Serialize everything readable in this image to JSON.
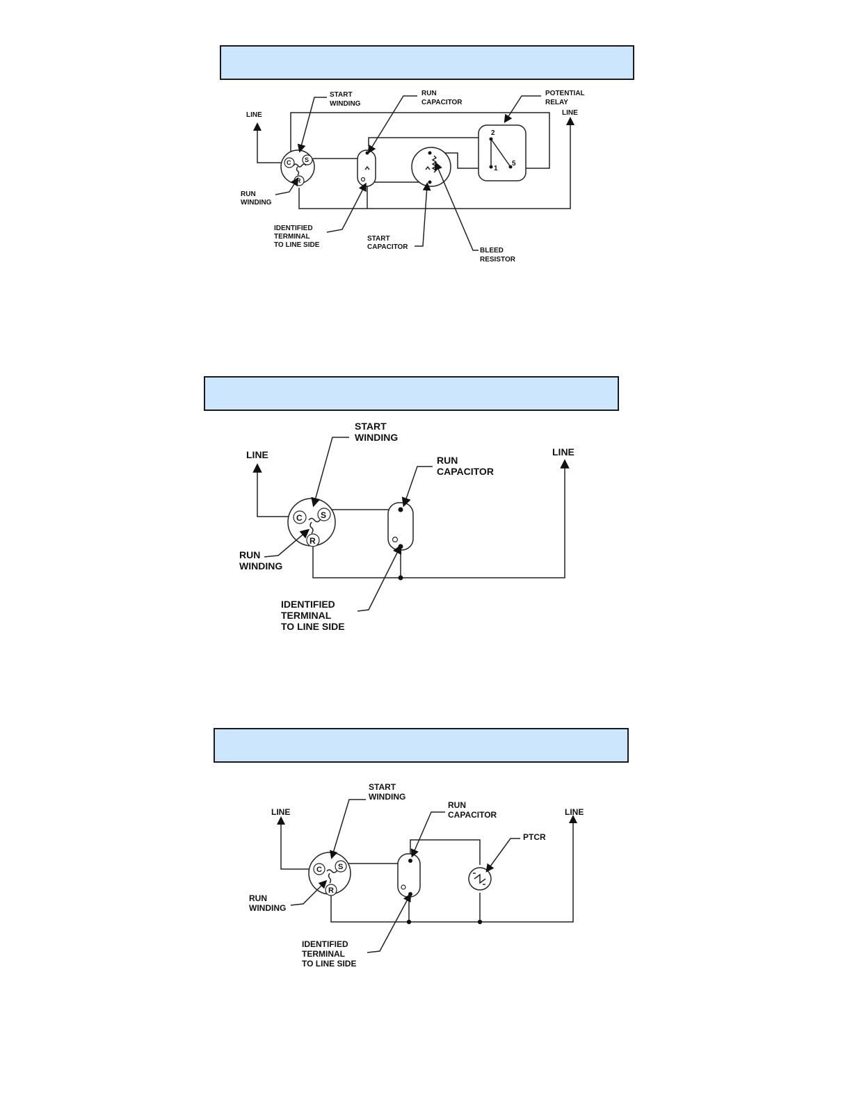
{
  "diagram1": {
    "banner_text": "",
    "labels": {
      "line_left": "LINE",
      "line_right": "LINE",
      "start_winding": [
        "START",
        "WINDING"
      ],
      "run_winding": [
        "RUN",
        "WINDING"
      ],
      "run_capacitor": [
        "RUN",
        "CAPACITOR"
      ],
      "potential_relay": [
        "POTENTIAL",
        "RELAY"
      ],
      "identified_terminal": [
        "IDENTIFIED",
        "TERMINAL",
        "TO LINE SIDE"
      ],
      "start_capacitor": [
        "START",
        "CAPACITOR"
      ],
      "bleed_resistor": [
        "BLEED",
        "RESISTOR"
      ],
      "terminal_c": "C",
      "terminal_s": "S",
      "terminal_r": "R",
      "relay_pin_2": "2",
      "relay_pin_1": "1",
      "relay_pin_5": "5"
    }
  },
  "diagram2": {
    "banner_text": "",
    "labels": {
      "line_left": "LINE",
      "line_right": "LINE",
      "start_winding": [
        "START",
        "WINDING"
      ],
      "run_winding": [
        "RUN",
        "WINDING"
      ],
      "run_capacitor": [
        "RUN",
        "CAPACITOR"
      ],
      "identified_terminal": [
        "IDENTIFIED",
        "TERMINAL",
        "TO LINE SIDE"
      ],
      "terminal_c": "C",
      "terminal_s": "S",
      "terminal_r": "R"
    }
  },
  "diagram3": {
    "banner_text": "",
    "labels": {
      "line_left": "LINE",
      "line_right": "LINE",
      "start_winding": [
        "START",
        "WINDING"
      ],
      "run_winding": [
        "RUN",
        "WINDING"
      ],
      "run_capacitor": [
        "RUN",
        "CAPACITOR"
      ],
      "ptcr": "PTCR",
      "identified_terminal": [
        "IDENTIFIED",
        "TERMINAL",
        "TO LINE SIDE"
      ],
      "terminal_c": "C",
      "terminal_s": "S",
      "terminal_r": "R"
    }
  },
  "colors": {
    "banner_fill": "#cce6fe",
    "banner_border": "#1a1a1a",
    "line": "#222222"
  }
}
